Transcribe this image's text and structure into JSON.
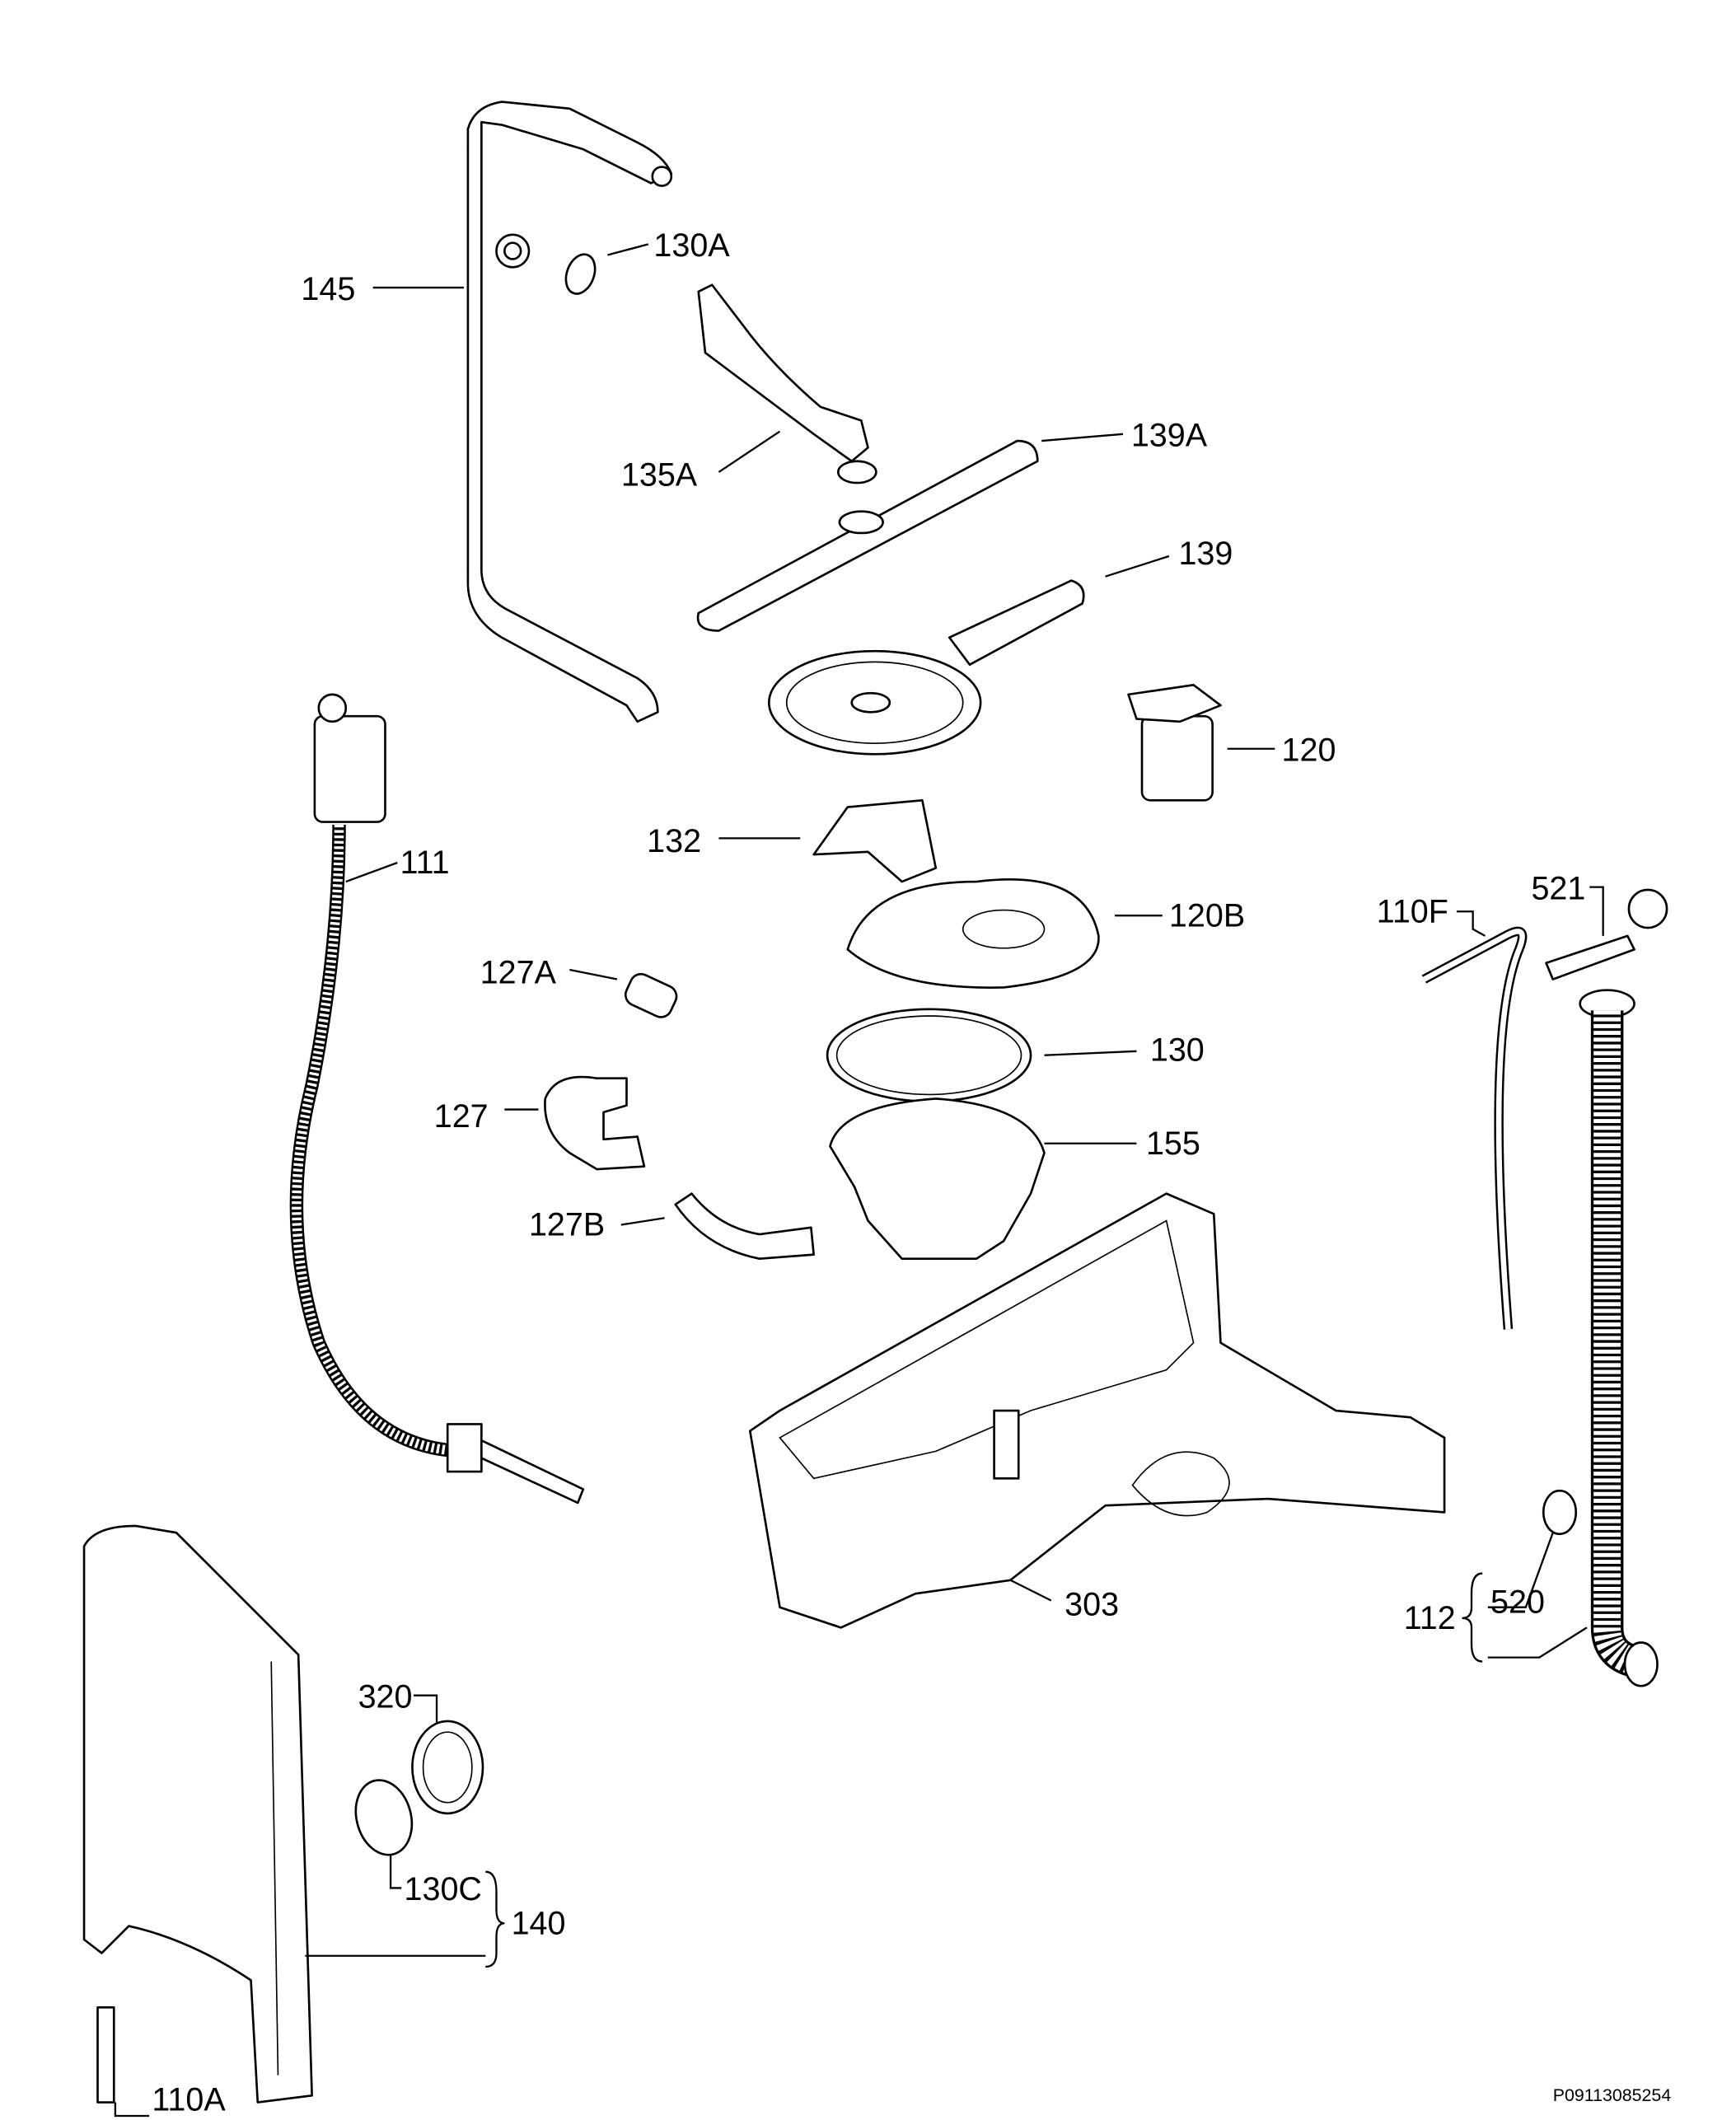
{
  "diagram": {
    "drawing_number": "P09113085254",
    "callouts": {
      "c145": "145",
      "c130A": "130A",
      "c135A": "135A",
      "c139A": "139A",
      "c139": "139",
      "c120": "120",
      "c111": "111",
      "c132": "132",
      "c120B": "120B",
      "c127A": "127A",
      "c110F": "110F",
      "c521": "521",
      "c130": "130",
      "c127": "127",
      "c155": "155",
      "c127B": "127B",
      "c303": "303",
      "c112": "112",
      "c520": "520",
      "c320": "320",
      "c130C": "130C",
      "c140": "140",
      "c110A": "110A"
    }
  }
}
